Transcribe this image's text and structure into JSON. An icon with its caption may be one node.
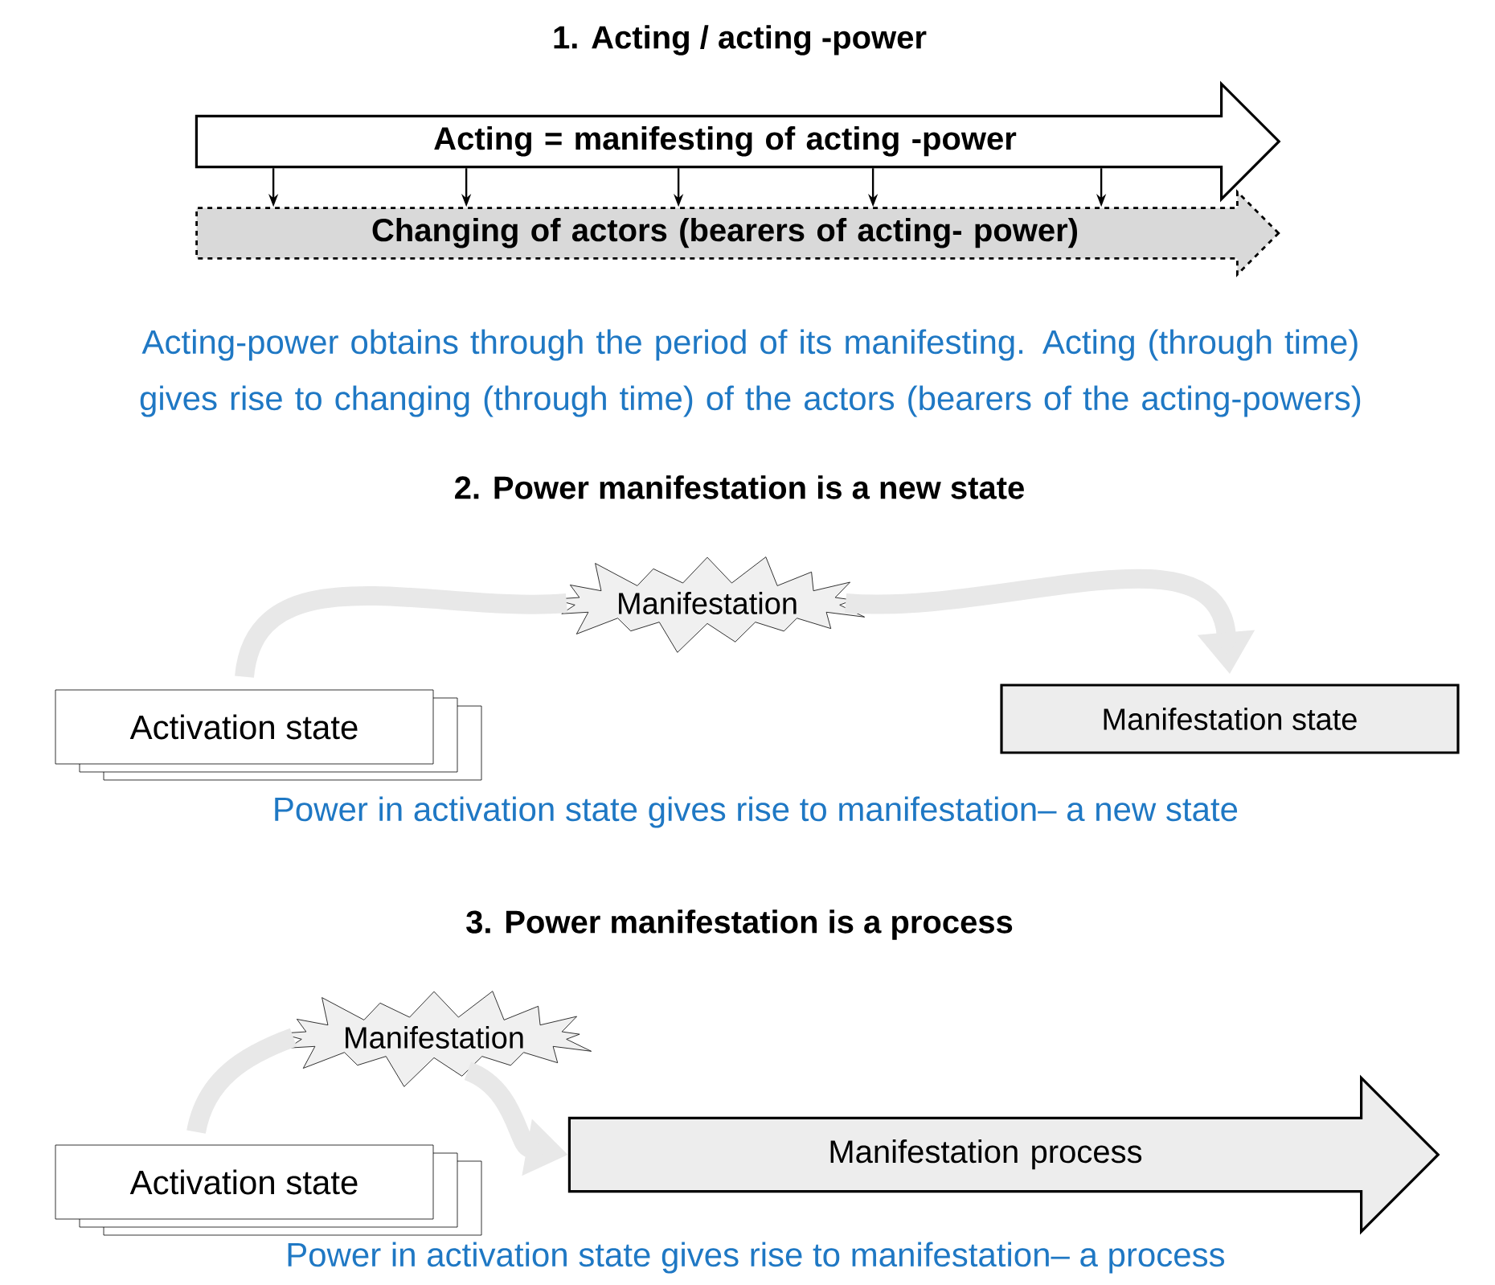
{
  "diagram": {
    "nodes": [
      {
        "text": [
          "Acting = manifesting of acting -power"
        ]
      },
      {
        "text": [
          "Changing of actors (bearers of acting- power)"
        ]
      },
      {
        "text": [
          "Activation state"
        ]
      },
      {
        "text": [
          "Manifestation"
        ]
      },
      {
        "text": [
          "Manifestation state"
        ]
      },
      {
        "text": [
          "Manifestation"
        ]
      },
      {
        "text": [
          "Activation state"
        ]
      },
      {
        "text": [
          "Manifestation process"
        ]
      }
    ],
    "edges": [
      {
        "from": 0,
        "to": 1,
        "arrow": "to"
      },
      {
        "from": 0,
        "to": 1,
        "arrow": "to"
      },
      {
        "from": 0,
        "to": 1,
        "arrow": "to"
      },
      {
        "from": 0,
        "to": 1,
        "arrow": "to"
      },
      {
        "from": 0,
        "to": 1,
        "arrow": "to"
      },
      {
        "from": 2,
        "to": 3,
        "arrow": "none",
        "style": "thick",
        "color": "#e8e8e8"
      },
      {
        "from": 3,
        "to": 4,
        "arrow": "to",
        "style": "thick",
        "color": "#e8e8e8"
      },
      {
        "from": 6,
        "to": 5,
        "arrow": "none",
        "style": "thick",
        "color": "#e8e8e8"
      },
      {
        "from": 5,
        "to": 7,
        "arrow": "to",
        "style": "thick",
        "color": "#e8e8e8"
      }
    ],
    "labels": [
      "1. Acting / acting -power",
      "Acting-power obtains through the period of its manifesting. Acting (through time) gives rise to changing (through time) of the actors (bearers of the acting-powers)",
      "2. Power manifestation is a new state",
      "Power in activation state gives rise to manifestation– a new state",
      "3. Power manifestation is a process",
      "Power in activation state gives rise to manifestation– a process"
    ]
  }
}
